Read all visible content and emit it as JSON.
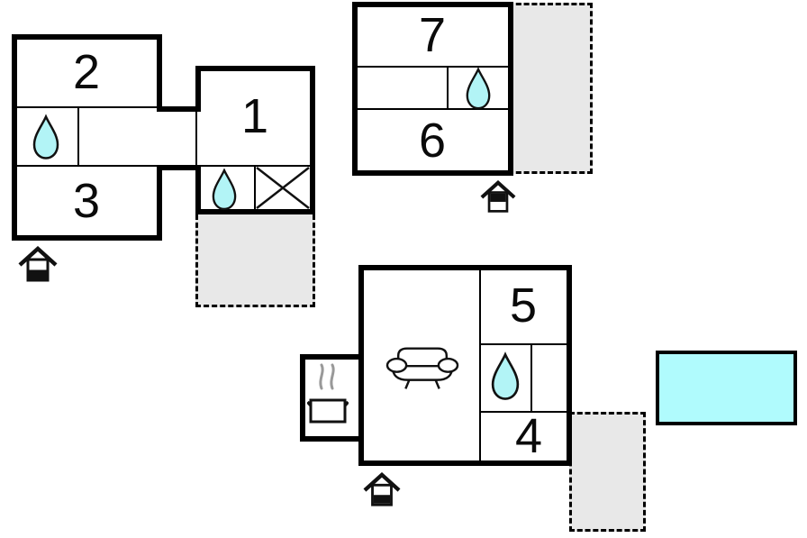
{
  "floor_plan": {
    "title": "vacation-home floor plan, three building units with terraces and pool",
    "rooms": {
      "room1": "1",
      "room2": "2",
      "room3": "3",
      "room4": "4",
      "room5": "5",
      "room6": "6",
      "room7": "7"
    },
    "icons": {
      "water_drop": "water-drop (bathroom)",
      "crossed_box": "crossed square (utility)",
      "sofa": "sofa (living room)",
      "steaming_pot": "steaming pot (kitchen)",
      "entrance": "house entrance marker",
      "terrace": "dashed grey terrace",
      "pool": "swimming pool"
    },
    "colors": {
      "wall": "#000000",
      "water_fill": "#b2f4f6",
      "pool_fill": "#b0fbfd",
      "terrace_fill": "#e8e8e8",
      "steam": "#999999"
    }
  }
}
